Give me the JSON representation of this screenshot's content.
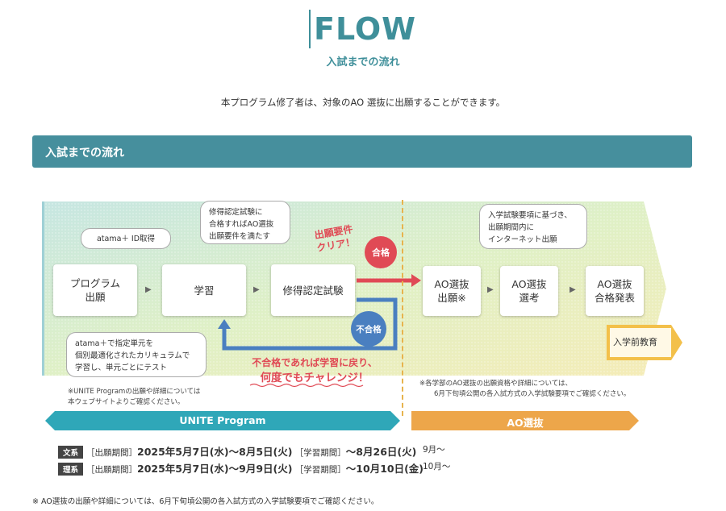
{
  "header": {
    "logo_text": "FLOW",
    "subtitle": "入試までの流れ",
    "intro": "本プログラム修了者は、対象のAO 選抜に出願することができます。"
  },
  "section": {
    "title": "入試までの流れ"
  },
  "flow": {
    "steps": [
      {
        "label1": "プログラム",
        "label2": "出願"
      },
      {
        "label1": "学習",
        "label2": ""
      },
      {
        "label1": "修得認定試験",
        "label2": ""
      },
      {
        "label1": "AO選抜",
        "label2": "出願※"
      },
      {
        "label1": "AO選抜",
        "label2": "選考"
      },
      {
        "label1": "AO選抜",
        "label2": "合格発表"
      }
    ],
    "pre_education": "入学前教育",
    "bubbles": {
      "id": "atama＋ ID取得",
      "cert1": "修得認定試験に",
      "cert2": "合格すればAO選抜",
      "cert3": "出願要件を満たす",
      "exam1": "入学試験要項に基づき、",
      "exam2": "出願期間内に",
      "exam3": "インターネット出願",
      "study1": "atama＋で指定単元を",
      "study2": "個別最適化されたカリキュラムで",
      "study3": "学習し、単元ごとにテスト"
    },
    "pass": "合格",
    "fail": "不合格",
    "requirement1": "出願要件",
    "requirement2": "クリア！",
    "retry1": "不合格であれば学習に戻り、",
    "retry2": "何度でもチャレンジ！",
    "note_left1": "※UNITE Programの出願や詳細については",
    "note_left2": "本ウェブサイトよりご確認ください。",
    "note_right1": "※各学部のAO選抜の出願資格や詳細については、",
    "note_right2": "6月下旬頃公開の各入試方式の入学試験要項でご確認ください。"
  },
  "timeline": {
    "left": "UNITE Program",
    "right": "AO選抜"
  },
  "schedule": [
    {
      "tag": "文系",
      "app_label": "［出願期間］",
      "app_period": "2025年5月7日(水)〜8月5日(火)",
      "study_label": "［学習期間］",
      "study_period": "〜8月26日(火)",
      "ao": "9月〜"
    },
    {
      "tag": "理系",
      "app_label": "［出願期間］",
      "app_period": "2025年5月7日(水)〜9月9日(火)",
      "study_label": "［学習期間］",
      "study_period": "〜10月10日(金)",
      "ao": "10月〜"
    }
  ],
  "footnote": "※ AO選抜の出願や詳細については、6月下旬頃公開の各入試方式の入学試験要項でご確認ください。",
  "colors": {
    "teal": "#468f9d",
    "unite_bar": "#2fa7b8",
    "ao_bar": "#eda64a",
    "red": "#e04a55",
    "blue": "#4a7fc0"
  }
}
